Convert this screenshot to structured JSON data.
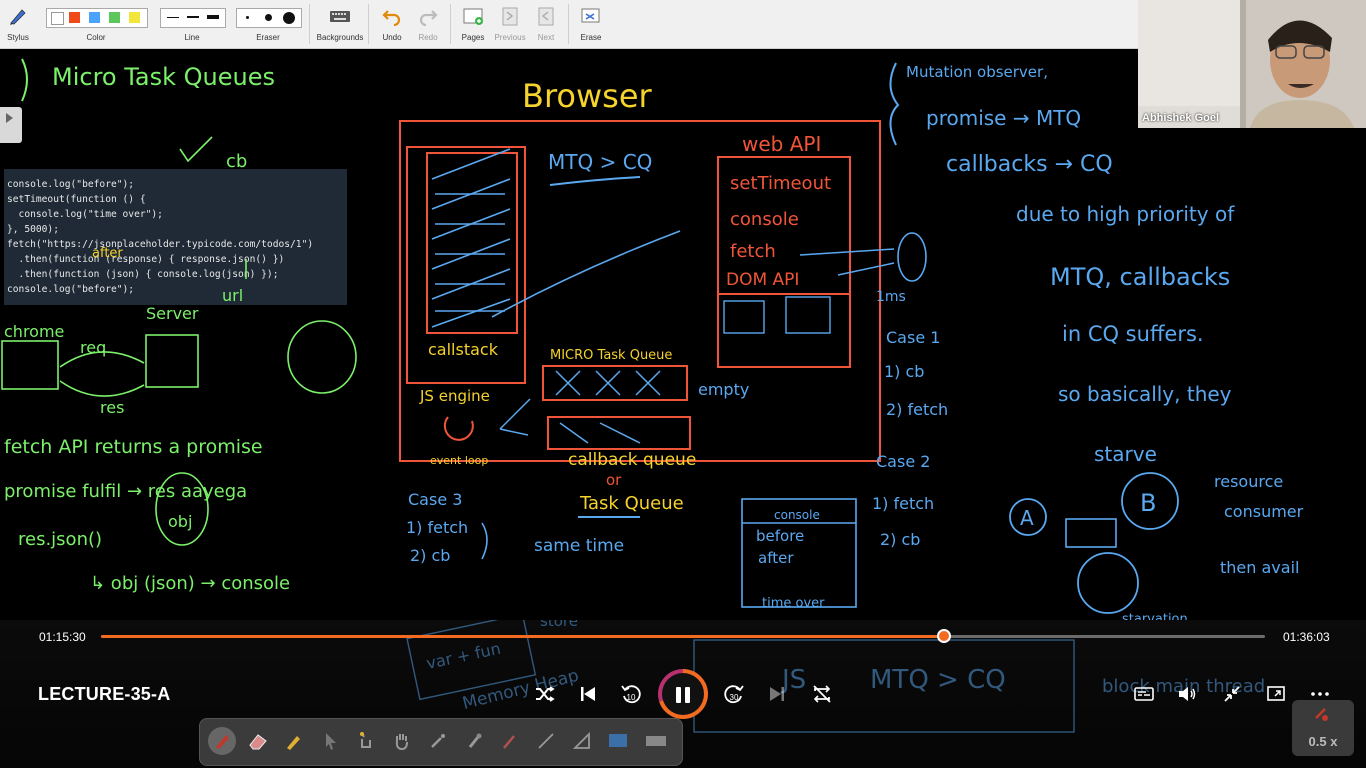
{
  "toolbar": {
    "stylus": "Stylus",
    "color": "Color",
    "line": "Line",
    "eraser": "Eraser",
    "backgrounds": "Backgrounds",
    "undo": "Undo",
    "redo": "Redo",
    "pages": "Pages",
    "previous": "Previous",
    "next": "Next",
    "erase": "Erase",
    "swatch_colors": [
      "#ffffff",
      "#f04a1a",
      "#4aa3ff",
      "#5ac85a",
      "#f2e63a"
    ]
  },
  "webcam": {
    "name": "Abhishek Goel"
  },
  "code_lines": [
    "console.log(\"before\");",
    "setTimeout(function () {",
    "  console.log(\"time over\");",
    "}, 5000);",
    "fetch(\"https://jsonplaceholder.typicode.com/todos/1\")",
    "  .then(function (response) { response.json() })",
    "  .then(function (json) { console.log(json) });",
    "console.log(\"before\");"
  ],
  "handwriting": {
    "title": "Micro Task Queues",
    "browser": "Browser",
    "mtq_cq": "MTQ > CQ",
    "web_api": "web API",
    "settimeout": "setTimeout",
    "console": "console",
    "fetch": "fetch",
    "dom_api": "DOM API",
    "callstack": "callstack",
    "js_engine": "JS engine",
    "event_loop": "event loop",
    "micro_task_queue": "MICRO Task Queue",
    "empty": "empty",
    "callback_queue": "callback queue",
    "or": "or",
    "task_queue": "Task Queue",
    "mutation": "Mutation observer,",
    "promise_mtq": "promise → MTQ",
    "callbacks_cq": "callbacks → CQ",
    "due_to": "due to high priority of",
    "mtq_callbacks": "MTQ, callbacks",
    "in_cq": "in CQ suffers.",
    "so_basically": "so basically, they",
    "starve": "starve",
    "resource": "resource",
    "consumer": "consumer",
    "then_avail": "then avail",
    "starvation": "starvation",
    "case1": "Case 1",
    "c1a": "1) cb",
    "c1b": "2) fetch",
    "case2": "Case 2",
    "c2a": "1) fetch",
    "c2b": "2) cb",
    "case3": "Case 3",
    "c3a": "1) fetch",
    "c3b": "2) cb",
    "same_time": "same time",
    "console_box": "console",
    "before": "before",
    "after": "after",
    "time_over": "time over",
    "chrome": "chrome",
    "server": "Server",
    "req": "req",
    "res": "res",
    "url": "url",
    "fetch_api": "fetch API returns a promise",
    "promise_fulfil": "promise fulfil → res aayega",
    "obj": "obj",
    "res_json": "res.json()",
    "obj_json": "↳ obj (json) → console",
    "cb": "cb",
    "after_note": "after",
    "ms": "1ms",
    "var_fun": "var + fun",
    "store": "store",
    "memory_heap": "Memory Heap",
    "js": "JS",
    "mtq_cq2": "MTQ > CQ",
    "block_main": "block main thread"
  },
  "player": {
    "current_time": "01:15:30",
    "total_time": "01:36:03",
    "progress": 0.7238,
    "title": "LECTURE-35-A",
    "rewind_seconds": "10",
    "forward_seconds": "30",
    "speed": "0.5 x"
  }
}
